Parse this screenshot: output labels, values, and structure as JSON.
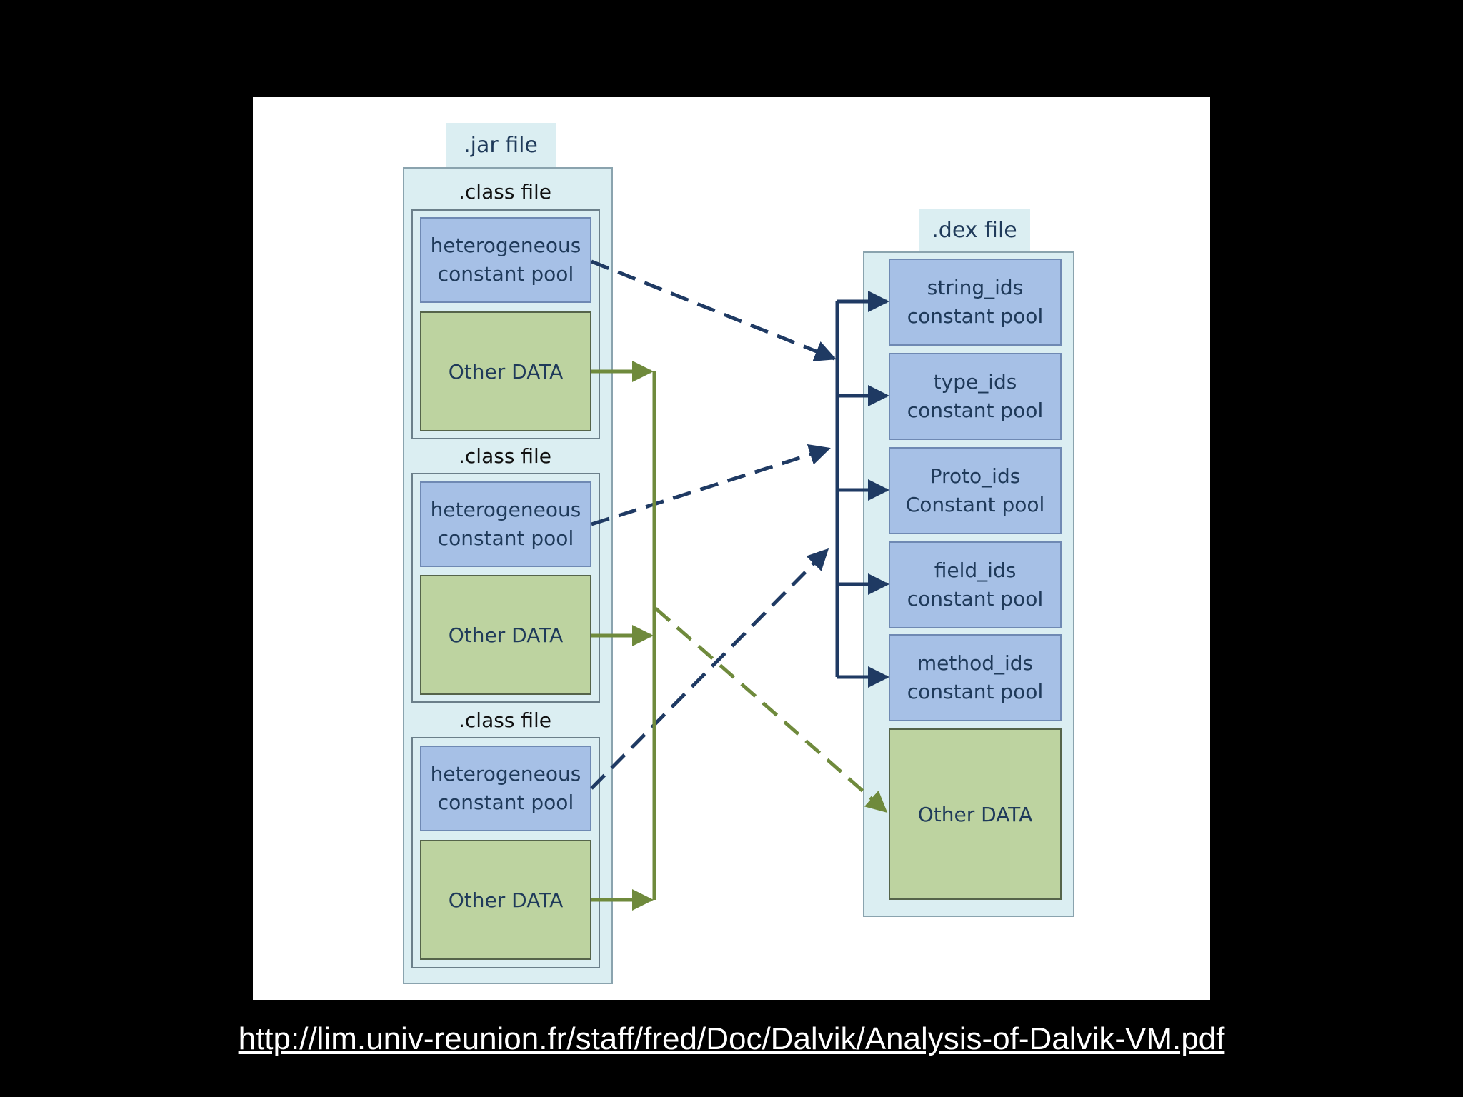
{
  "jar": {
    "title": ".jar file",
    "classes": [
      {
        "label": ".class file",
        "pool": [
          "heterogeneous",
          "constant pool"
        ],
        "data": "Other DATA"
      },
      {
        "label": ".class file",
        "pool": [
          "heterogeneous",
          "constant pool"
        ],
        "data": "Other DATA"
      },
      {
        "label": ".class file",
        "pool": [
          "heterogeneous",
          "constant pool"
        ],
        "data": "Other DATA"
      }
    ]
  },
  "dex": {
    "title": ".dex file",
    "pools": [
      [
        "string_ids",
        "constant pool"
      ],
      [
        "type_ids",
        "constant pool"
      ],
      [
        "Proto_ids",
        "Constant pool"
      ],
      [
        "field_ids",
        "constant pool"
      ],
      [
        "method_ids",
        "constant pool"
      ]
    ],
    "data": "Other DATA"
  },
  "source_url": "http://lim.univ-reunion.fr/staff/fred/Doc/Dalvik/Analysis-of-Dalvik-VM.pdf",
  "colors": {
    "blue_arrow": "#1f3a63",
    "green_arrow": "#6f8a3c"
  }
}
